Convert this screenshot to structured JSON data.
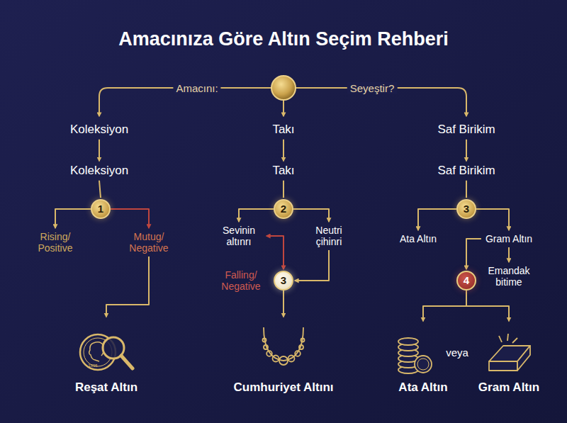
{
  "diagram": {
    "title": "Amacınıza Göre Altın Seçim Rehberi",
    "nodes": [
      {
        "text": [
          "Koleksiyon"
        ]
      },
      {
        "text": [
          "Koleksiyon"
        ]
      },
      {
        "text": [
          "Takı"
        ]
      },
      {
        "text": [
          "Takı"
        ]
      },
      {
        "text": [
          "Saf Birikim"
        ]
      },
      {
        "text": [
          "Saf Birikim"
        ]
      },
      {
        "text": [
          "1"
        ]
      },
      {
        "text": [
          "2"
        ]
      },
      {
        "text": [
          "3"
        ]
      },
      {
        "text": [
          "Rising/ Positive"
        ]
      },
      {
        "text": [
          "Mutug/ Negative"
        ]
      },
      {
        "text": [
          "Sevinin altınrı"
        ]
      },
      {
        "text": [
          "Neutri çihinri"
        ]
      },
      {
        "text": [
          "Ata Altın"
        ]
      },
      {
        "text": [
          "Gram Altın"
        ]
      },
      {
        "text": [
          "Falling/ Negative"
        ]
      },
      {
        "text": [
          "3"
        ]
      },
      {
        "text": [
          "4"
        ]
      },
      {
        "text": [
          "Emandak bitime"
        ]
      },
      {
        "text": [
          "Reşat Altın"
        ]
      },
      {
        "text": [
          "Cumhuriyet Altını"
        ]
      },
      {
        "text": [
          "Ata Altın"
        ]
      },
      {
        "text": [
          "Gram Altın"
        ]
      }
    ],
    "edges": [
      {
        "from": 0,
        "to": 1,
        "arrow": "to"
      },
      {
        "from": 2,
        "to": 3,
        "arrow": "to"
      },
      {
        "from": 4,
        "to": 5,
        "arrow": "to"
      },
      {
        "from": 1,
        "to": 6,
        "arrow": "none"
      },
      {
        "from": 3,
        "to": 7,
        "arrow": "none"
      },
      {
        "from": 5,
        "to": 8,
        "arrow": "none"
      },
      {
        "from": 6,
        "to": 9,
        "arrow": "to"
      },
      {
        "from": 6,
        "to": 10,
        "arrow": "to"
      },
      {
        "from": 7,
        "to": 11,
        "arrow": "to"
      },
      {
        "from": 7,
        "to": 12,
        "arrow": "to"
      },
      {
        "from": 8,
        "to": 13,
        "arrow": "to"
      },
      {
        "from": 8,
        "to": 14,
        "arrow": "to"
      },
      {
        "from": 11,
        "to": 16,
        "arrow": "both"
      },
      {
        "from": 12,
        "to": 16,
        "arrow": "to"
      },
      {
        "from": 16,
        "to": 20,
        "arrow": "to"
      },
      {
        "from": 10,
        "to": 19,
        "arrow": "to"
      },
      {
        "from": 14,
        "to": 17,
        "arrow": "to"
      },
      {
        "from": 14,
        "to": 18,
        "arrow": "to"
      },
      {
        "from": 17,
        "to": 21,
        "arrow": "to"
      },
      {
        "from": 17,
        "to": 22,
        "arrow": "to"
      }
    ],
    "labels": [
      "Amacını:",
      "Seyeştir?",
      "veya",
      "1895"
    ]
  }
}
